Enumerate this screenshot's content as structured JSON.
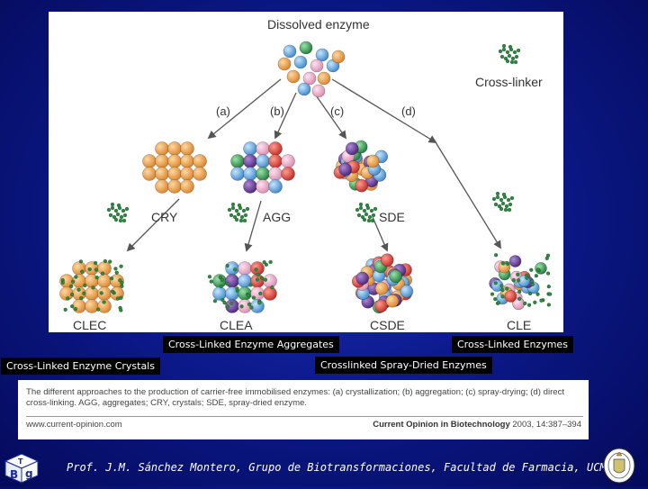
{
  "figure": {
    "title": "Dissolved enzyme",
    "crosslinker_label": "Cross-linker",
    "steps": [
      "(a)",
      "(b)",
      "(c)",
      "(d)"
    ],
    "intermediates": [
      "CRY",
      "AGG",
      "SDE"
    ],
    "products": [
      "CLEC",
      "CLEA",
      "CSDE",
      "CLE"
    ]
  },
  "callouts": {
    "clea": "Cross-Linked Enzyme Aggregates",
    "cle": "Cross-Linked Enzymes",
    "clec": "Cross-Linked Enzyme Crystals",
    "csde": "Crosslinked Spray-Dried Enzymes"
  },
  "caption": {
    "text": "The different approaches to the production of carrier-free immobilised enzymes: (a) crystallization; (b) aggregation; (c) spray-drying; (d) direct cross-linking. AGG, aggregates; CRY, crystals; SDE, spray-dried enzyme.",
    "url": "www.current-opinion.com",
    "journal": "Current Opinion in Biotechnology",
    "citation": " 2003, 14:387–394"
  },
  "footer": {
    "text": "Prof. J.M. Sánchez Montero, Grupo de Biotransformaciones, Facultad de Farmacia, UCM"
  },
  "colors": {
    "background": "#0c1a8c",
    "orange": "#f0a347",
    "blue": "#5aa7e0",
    "pink": "#f2b4cf",
    "red": "#e4433d",
    "purple": "#6a3c9c",
    "green": "#2f9a4f",
    "crosslinker": "#2e8b3e"
  },
  "logo_left_icon": "ucm-dice-logo-icon",
  "logo_right_icon": "ucm-crest-icon"
}
